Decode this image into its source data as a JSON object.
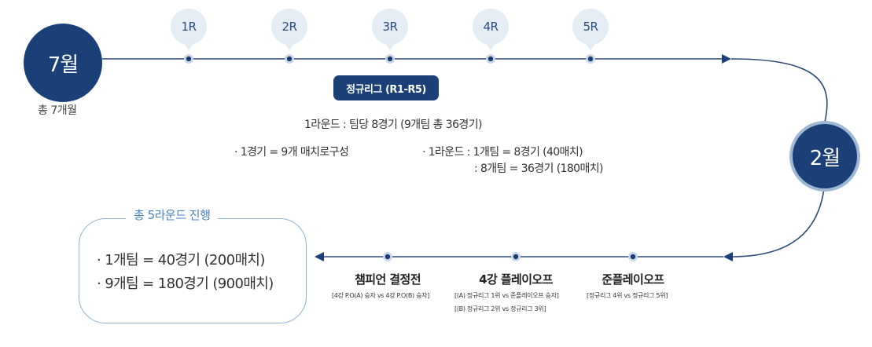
{
  "start_month": "7월",
  "total_period": "총 7개월",
  "end_month": "2월",
  "rounds": [
    "1R",
    "2R",
    "3R",
    "4R",
    "5R"
  ],
  "regular_league": {
    "title": "정규리그 (R1-R5)",
    "line1": "1라운드 : 팀당 8경기 (9개팀 총 36경기)",
    "line2": "· 1경기 = 9개 매치로구성",
    "line3": "· 1라운드 : 1개팀 = 8경기 (40매치)",
    "line4": ": 8개팀 = 36경기 (180매치)"
  },
  "summary": {
    "title": "총 5라운드 진행",
    "line1": "· 1개팀 = 40경기 (200매치)",
    "line2": "· 9개팀 = 180경기 (900매치)"
  },
  "stages": [
    {
      "title": "챔피언 결정전",
      "details": [
        "[4강 P.O(A) 승자 vs 4강 P.O(B) 승자]"
      ]
    },
    {
      "title": "4강 플레이오프",
      "details": [
        "[(A) 정규리그 1위 vs 준플레이오프 승자]",
        "[(B) 정규리그 2위 vs 정규리그 3위]"
      ]
    },
    {
      "title": "준플레이오프",
      "details": [
        "[정규리그 4위 vs 정규리그 5위]"
      ]
    }
  ],
  "colors": {
    "navy": "#1b3f77",
    "line": "#2c4a78",
    "bubble": "#e4ecf4",
    "accent_blue": "#4a83c0",
    "border_blue": "#8fb3d6"
  }
}
